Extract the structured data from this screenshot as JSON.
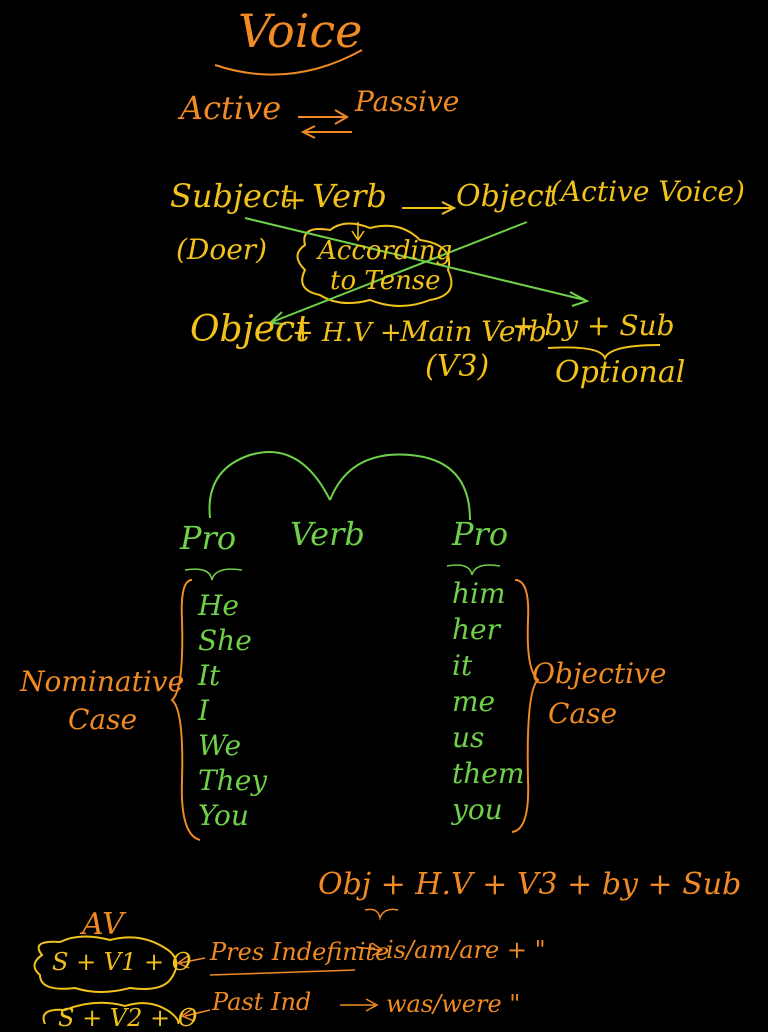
{
  "title": "Voice",
  "active_passive": {
    "active": "Active",
    "passive": "Passive"
  },
  "active_formula": {
    "subject": "Subject",
    "plus": "+",
    "verb": "Verb",
    "object": "Object",
    "label": "(Active Voice)",
    "doer": "(Doer)"
  },
  "according": {
    "line1": "According",
    "line2": "to Tense"
  },
  "passive_formula": {
    "object": "Object",
    "hv": "+ H.V +",
    "main_verb": "Main Verb",
    "v3": "(V3)",
    "by_sub": "+ by + Sub",
    "optional": "Optional"
  },
  "pronoun_chart": {
    "left_header": "Pro",
    "verb_header": "Verb",
    "right_header": "Pro",
    "nominative_label": [
      "Nominative",
      "Case"
    ],
    "objective_label": [
      "Objective",
      "Case"
    ],
    "nominative": [
      "He",
      "She",
      "It",
      "I",
      "We",
      "They",
      "You"
    ],
    "objective": [
      "him",
      "her",
      "it",
      "me",
      "us",
      "them",
      "you"
    ]
  },
  "bottom_formula": "Obj + H.V + V3 + by + Sub",
  "av_label": "AV",
  "tense_rows": [
    {
      "formula": "S + V1 + O",
      "tense": "Pres Indefinite",
      "aux": "is/am/are + \""
    },
    {
      "formula": "S + V2 + O",
      "tense": "Past Ind",
      "aux": "was/were \""
    }
  ],
  "colors": {
    "orange": "#f08a24",
    "yellow": "#f2c21a",
    "green": "#6fd14a",
    "background": "#000000"
  }
}
